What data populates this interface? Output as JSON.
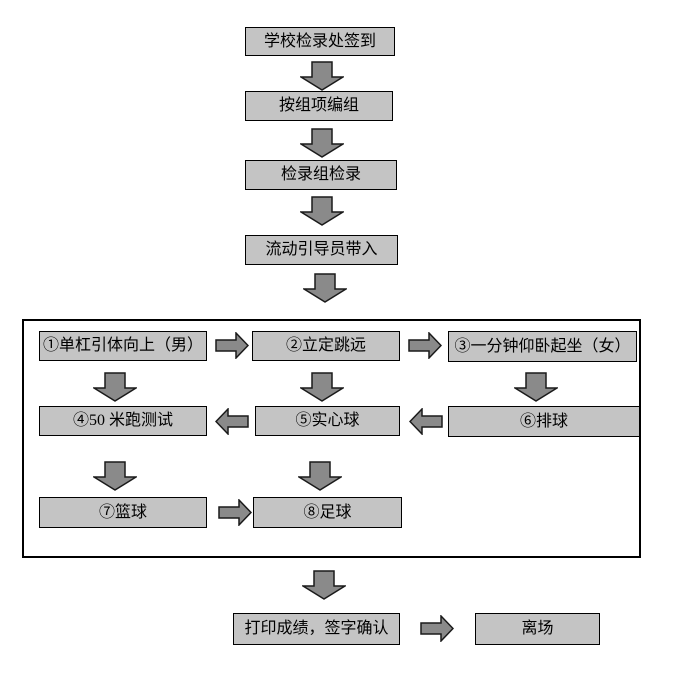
{
  "flowchart": {
    "colors": {
      "background": "#ffffff",
      "node_fill": "#c4c4c4",
      "node_border": "#000000",
      "arrow_fill": "#8a8a8a",
      "arrow_outline": "#1a1a1a",
      "frame_border": "#000000",
      "text": "#000000"
    },
    "top_chain": [
      {
        "label": "学校检录处签到"
      },
      {
        "label": "按组项编组"
      },
      {
        "label": "检录组检录"
      },
      {
        "label": "流动引导员带入"
      }
    ],
    "station_area": {
      "row1": [
        {
          "label": "①单杠引体向上（男）"
        },
        {
          "label": "②立定跳远"
        },
        {
          "label": "③一分钟仰卧起坐（女）"
        }
      ],
      "row2": [
        {
          "label": "④50 米跑测试"
        },
        {
          "label": "⑤实心球"
        },
        {
          "label": "⑥排球"
        }
      ],
      "row3": [
        {
          "label": "⑦篮球"
        },
        {
          "label": "⑧足球"
        }
      ]
    },
    "finish": [
      {
        "label": "打印成绩，签字确认"
      },
      {
        "label": "离场"
      }
    ]
  }
}
